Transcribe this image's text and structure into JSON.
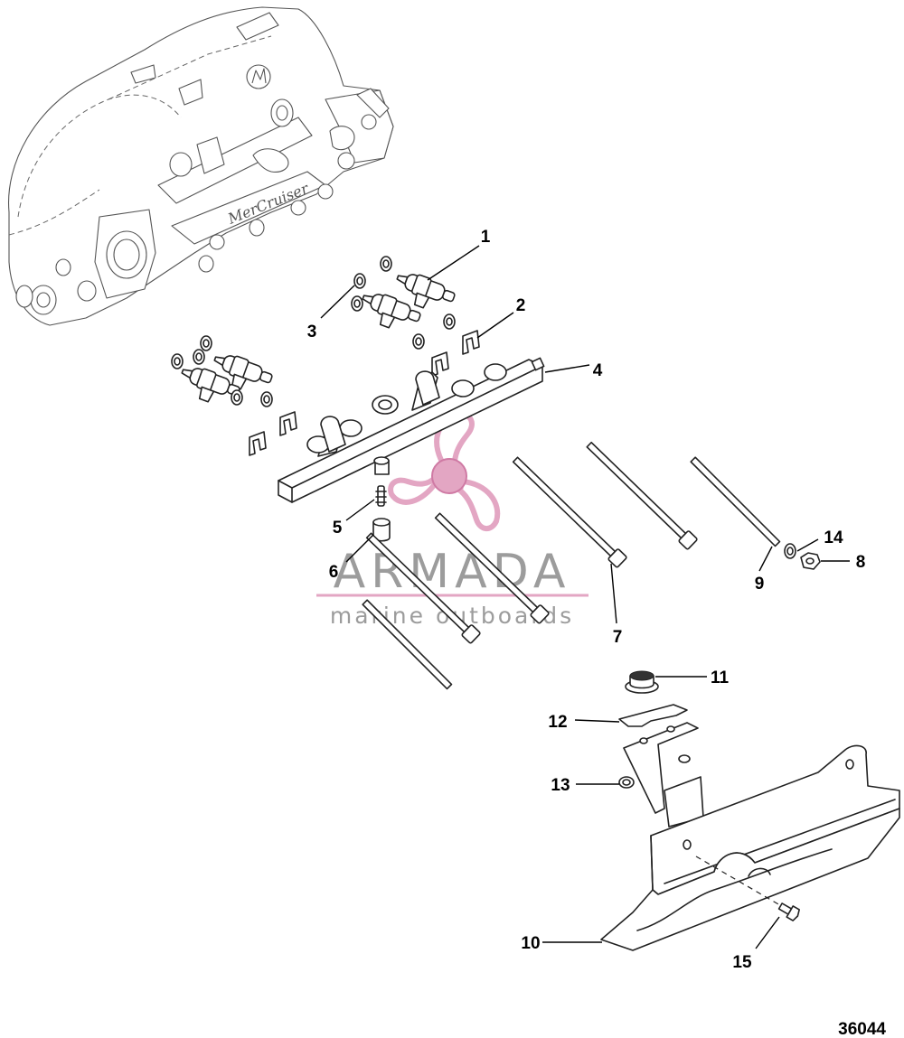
{
  "diagram": {
    "figure_number": "36044",
    "manifold_logo_text": "MerCruiser",
    "watermark": {
      "name": "ARMADA",
      "tagline": "marine outboards",
      "colors": {
        "pink": "#e3a6c3",
        "pink_dark": "#cf7aa4",
        "gray": "#9c9c9c"
      }
    },
    "callouts": [
      {
        "id": "1",
        "label": "1"
      },
      {
        "id": "2",
        "label": "2"
      },
      {
        "id": "3",
        "label": "3"
      },
      {
        "id": "4",
        "label": "4"
      },
      {
        "id": "5",
        "label": "5"
      },
      {
        "id": "6",
        "label": "6"
      },
      {
        "id": "7",
        "label": "7"
      },
      {
        "id": "8",
        "label": "8"
      },
      {
        "id": "9",
        "label": "9"
      },
      {
        "id": "10",
        "label": "10"
      },
      {
        "id": "11",
        "label": "11"
      },
      {
        "id": "12",
        "label": "12"
      },
      {
        "id": "13",
        "label": "13"
      },
      {
        "id": "14",
        "label": "14"
      },
      {
        "id": "15",
        "label": "15"
      }
    ]
  }
}
